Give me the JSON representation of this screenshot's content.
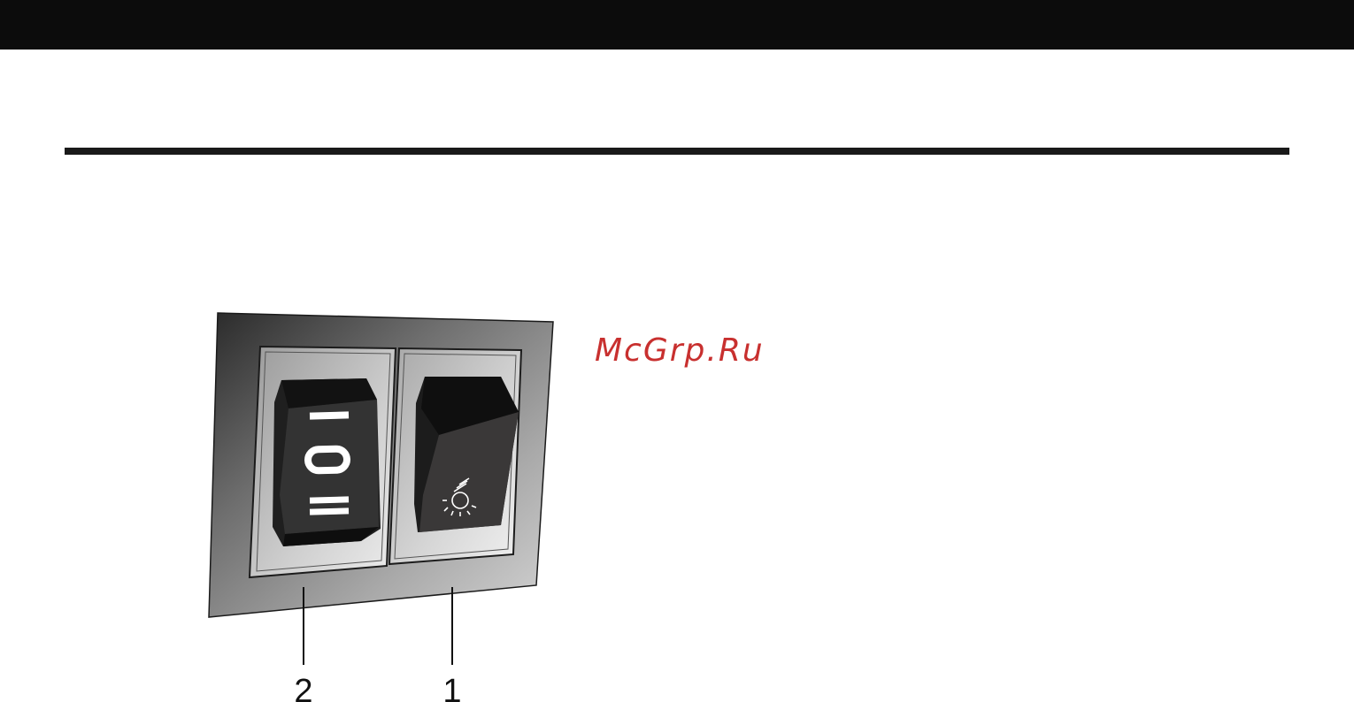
{
  "watermark": {
    "text": "McGrp.Ru",
    "color": "#c8302f"
  },
  "switch_panel": {
    "callouts": [
      {
        "label": "2",
        "target": "speed-rocker-switch"
      },
      {
        "label": "1",
        "target": "light-rocker-switch"
      }
    ],
    "speed_switch": {
      "positions": [
        "I",
        "0",
        "II"
      ]
    },
    "light_switch": {
      "icon": "lightbulb-icon"
    }
  }
}
